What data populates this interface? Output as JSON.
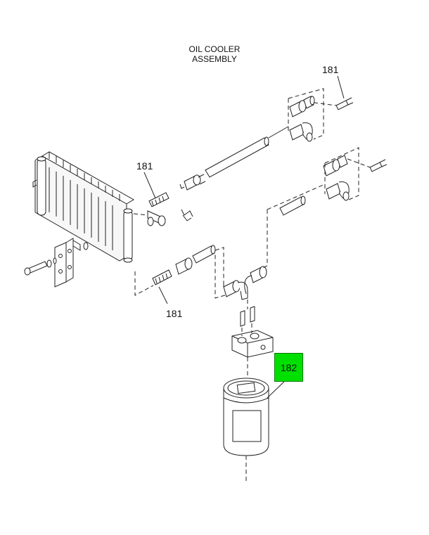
{
  "title": {
    "line1": "OIL COOLER",
    "line2": "ASSEMBLY"
  },
  "callouts": [
    {
      "id": "callout-top-right",
      "label": "181"
    },
    {
      "id": "callout-left-upper",
      "label": "181"
    },
    {
      "id": "callout-left-lower",
      "label": "181"
    },
    {
      "id": "callout-filter",
      "label": "182",
      "highlight": "#00e000"
    }
  ],
  "colors": {
    "line": "#222222",
    "highlight": "#00e000"
  }
}
